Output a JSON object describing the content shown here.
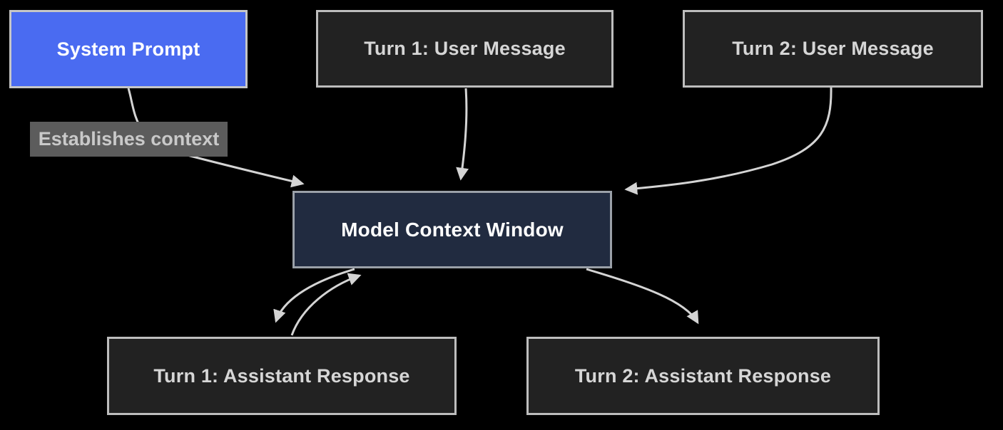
{
  "diagram": {
    "type": "flowchart",
    "background_color": "#000000",
    "arrow_color": "#d4d4d4",
    "nodes": {
      "system_prompt": {
        "label": "System Prompt",
        "fill": "#4a6bf1",
        "text_color": "#ffffff",
        "border_color": "#c6c6c6"
      },
      "turn1_user": {
        "label": "Turn 1: User Message",
        "fill": "#222222",
        "text_color": "#d6d6d6",
        "border_color": "#bdbdbd"
      },
      "turn2_user": {
        "label": "Turn 2: User Message",
        "fill": "#222222",
        "text_color": "#d6d6d6",
        "border_color": "#bdbdbd"
      },
      "context_window": {
        "label": "Model Context Window",
        "fill": "#212b40",
        "text_color": "#ffffff",
        "border_color": "#9aa0a8"
      },
      "turn1_assistant": {
        "label": "Turn 1: Assistant Response",
        "fill": "#222222",
        "text_color": "#d6d6d6",
        "border_color": "#bdbdbd"
      },
      "turn2_assistant": {
        "label": "Turn 2: Assistant Response",
        "fill": "#222222",
        "text_color": "#d6d6d6",
        "border_color": "#bdbdbd"
      }
    },
    "edge_label": {
      "text": "Establishes context",
      "fill": "#5c5c5c",
      "text_color": "#c9c9c9"
    },
    "edges": [
      {
        "from": "system_prompt",
        "to": "context_window",
        "label": "Establishes context"
      },
      {
        "from": "turn1_user",
        "to": "context_window",
        "label": ""
      },
      {
        "from": "turn2_user",
        "to": "context_window",
        "label": ""
      },
      {
        "from": "context_window",
        "to": "turn1_assistant",
        "label": ""
      },
      {
        "from": "turn1_assistant",
        "to": "context_window",
        "label": ""
      },
      {
        "from": "context_window",
        "to": "turn2_assistant",
        "label": ""
      }
    ]
  }
}
